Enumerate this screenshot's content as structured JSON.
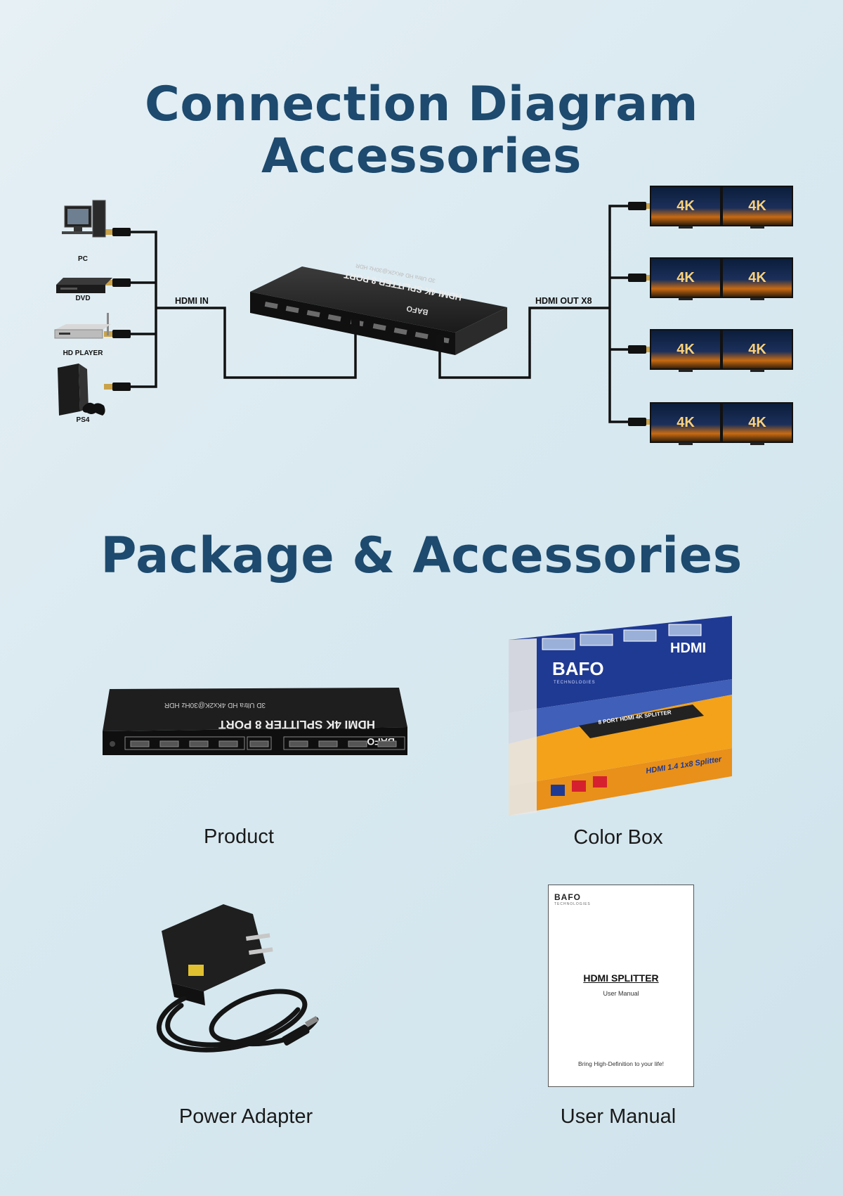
{
  "headings": {
    "connection_line1": "Connection Diagram",
    "connection_line2": "Accessories",
    "package": "Package & Accessories"
  },
  "diagram": {
    "sources": [
      {
        "label": "PC",
        "icon": "pc-icon"
      },
      {
        "label": "DVD",
        "icon": "dvd-player-icon"
      },
      {
        "label": "HD PLAYER",
        "icon": "hd-player-icon"
      },
      {
        "label": "PS4",
        "icon": "ps4-console-icon"
      }
    ],
    "hdmi_in_label": "HDMI IN",
    "hdmi_out_label": "HDMI OUT X8",
    "splitter": {
      "brand": "BAFO",
      "line1": "HDMI 4K SPLITTER 8 PORT",
      "line2": "3D Ultra HD 4Kx2K@30Hz HDR"
    },
    "display_label": "4K",
    "display_count": 8
  },
  "package": {
    "items": [
      {
        "caption": "Product"
      },
      {
        "caption": "Color Box"
      },
      {
        "caption": "Power Adapter"
      },
      {
        "caption": "User Manual"
      }
    ],
    "box": {
      "brand": "BAFO",
      "brand_sub": "TECHNOLOGIES",
      "hdmi_logo": "HDMI",
      "product_text": "8 PORT HDMI 4K SPLITTER",
      "spec_text": "HDMI 1.4 1x8 Splitter"
    },
    "manual": {
      "brand": "BAFO",
      "brand_sub": "TECHNOLOGIES",
      "title": "HDMI SPLITTER",
      "subtitle": "User Manual",
      "tagline": "Bring High-Definition to your life!"
    }
  },
  "colors": {
    "heading": "#1d4a6e",
    "cable": "#111111",
    "box_blue": "#1f3a93",
    "box_orange": "#f3a21a"
  }
}
